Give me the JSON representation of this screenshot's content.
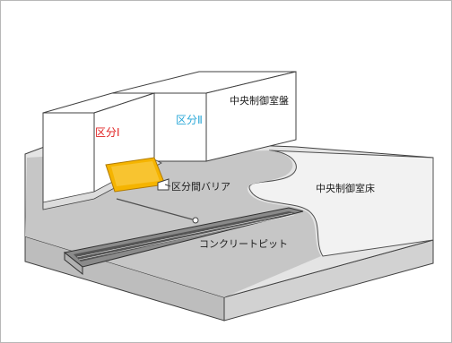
{
  "labels": {
    "central_control_panel": "中央制御室盤",
    "division_1": "区分Ⅰ",
    "division_2": "区分Ⅱ",
    "division_barrier": "区分間バリア",
    "central_control_room_floor": "中央制御室床",
    "concrete_pit": "コンクリートピット"
  },
  "colors": {
    "division_1_text": "#e02020",
    "division_2_text": "#2aa8d8",
    "barrier_fill": "#f5b400",
    "floor_fill": "#c9c9c9",
    "floor_top_fill": "#e6e6e6",
    "panel_fill": "#ffffff",
    "line": "#404040"
  }
}
